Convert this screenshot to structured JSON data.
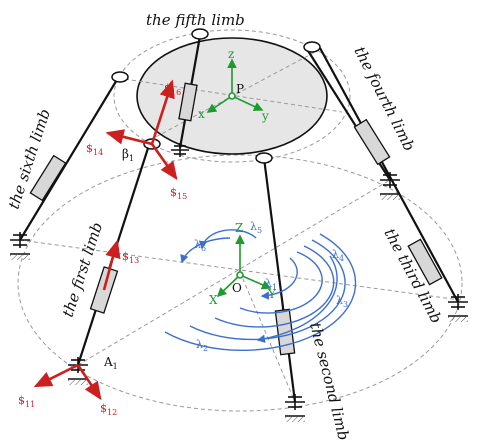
{
  "limbs": {
    "first": "the first limb",
    "second": "the second limb",
    "third": "the third limb",
    "fourth": "the fourth limb",
    "fifth": "the fifth limb",
    "sixth": "the sixth limb"
  },
  "platform": {
    "origin": "P",
    "x": "x",
    "y": "y",
    "z": "z"
  },
  "base": {
    "origin": "O",
    "x": "X",
    "y": "Y",
    "z": "Z"
  },
  "points": {
    "a1": "A",
    "a1_sub": "1",
    "beta1": "β",
    "beta1_sub": "1"
  },
  "screws": {
    "s11": {
      "sym": "$",
      "sub": "11"
    },
    "s12": {
      "sym": "$",
      "sub": "12"
    },
    "s13": {
      "sym": "$",
      "sub": "13"
    },
    "s14": {
      "sym": "$",
      "sub": "14"
    },
    "s15": {
      "sym": "$",
      "sub": "15"
    },
    "s16": {
      "sym": "$",
      "sub": "16"
    }
  },
  "lambdas": {
    "l1": {
      "sym": "λ",
      "sub": "1"
    },
    "l2": {
      "sym": "λ",
      "sub": "2"
    },
    "l3": {
      "sym": "λ",
      "sub": "3"
    },
    "l4": {
      "sym": "λ",
      "sub": "4"
    },
    "l5": {
      "sym": "λ",
      "sub": "5"
    },
    "l6": {
      "sym": "λ",
      "sub": "6"
    }
  },
  "colors": {
    "red": "#cc1f1f",
    "green": "#1f9a2e",
    "blue": "#3d6fd1",
    "platform_fill": "#e6e6e6",
    "ink": "#111111"
  }
}
